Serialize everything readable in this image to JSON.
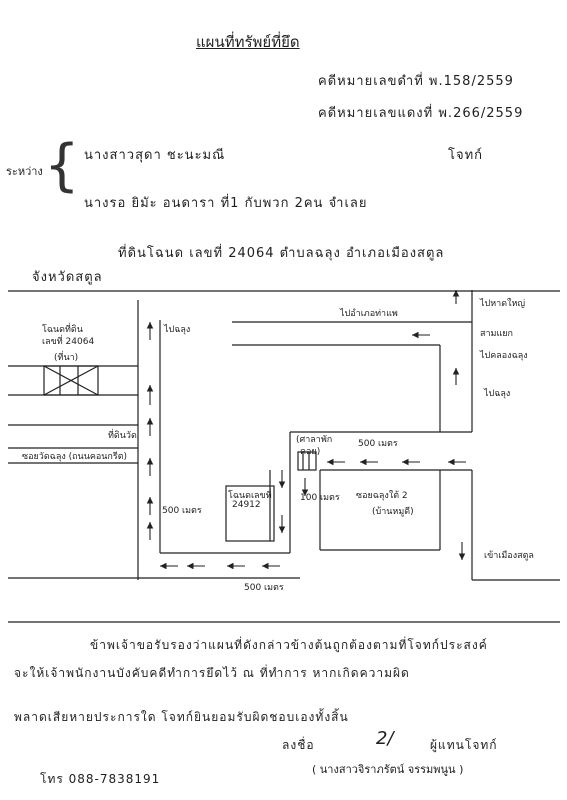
{
  "doc": {
    "title": "แผนที่ทรัพย์ที่ยึด",
    "case_black": "คดีหมายเลขดำที่ พ.158/2559",
    "case_red": "คดีหมายเลขแดงที่ พ.266/2559",
    "between_label": "ระหว่าง",
    "plaintiff_name": "นางสาวสุดา ชะนะมณี",
    "plaintiff_role": "โจทก์",
    "defendant": "นางรอ ยิมัะ อนดารา ที่1 กับพวก 2คน จำเลย",
    "land_line1": "ที่ดินโฉนด เลขที่ 24064 ตำบลฉลุง อำเภอเมืองสตูล",
    "land_line2": "จังหวัดสตูล",
    "statement_line1": "ข้าพเจ้าขอรับรองว่าแผนที่ดังกล่าวข้างต้นถูกต้องตามที่โจทก์ประสงค์",
    "statement_line2": "จะให้เจ้าพนักงานบังคับคดีทำการยึดไว้ ณ ที่ทำการ หากเกิดความผิด",
    "statement_line3": "พลาดเสียหายประการใด โจทก์ยินยอมรับผิดชอบเองทั้งสิ้น",
    "sign_label": "ลงชื่อ",
    "sign_role": "ผู้แทนโจทก์",
    "signer_name": "( นางสาวจิราภรัตน์ จรรมพนูน )",
    "phone": "โทร 088-7838191"
  },
  "map": {
    "deed_label_1": "โฉนดที่ดิน",
    "deed_label_2": "เลขที่ 24064",
    "deed_label_3": "(ที่นา)",
    "to_chalung": "ไปฉลุง",
    "to_tha_pae": "ไปอำเภอท่าแพ",
    "to_hat_yai": "ไปหาดใหญ่",
    "junction_1": "สามแยก",
    "junction_2": "ไปคลองฉลุง",
    "to_chalung_right": "ไปฉลุง",
    "temple_label": "ที่ดินวัด",
    "road_label": "ซอยวัดฉลุง (ถนนคอนกรีต)",
    "dist_500_top": "500 เมตร",
    "bus_stop_1": "(ศาลาพัก",
    "bus_stop_2": "คอย)",
    "dist_500_left": "500 เมตร",
    "other_deed_1": "โฉนดเลขที่",
    "other_deed_2": "24912",
    "dist_100": "100 เมตร",
    "soi_1": "ซอยฉลุงใต้ 2",
    "soi_2": "(บ้านหมูดี)",
    "dist_500_bottom": "500 เมตร",
    "to_city": "เข้าเมืองสตูล"
  }
}
